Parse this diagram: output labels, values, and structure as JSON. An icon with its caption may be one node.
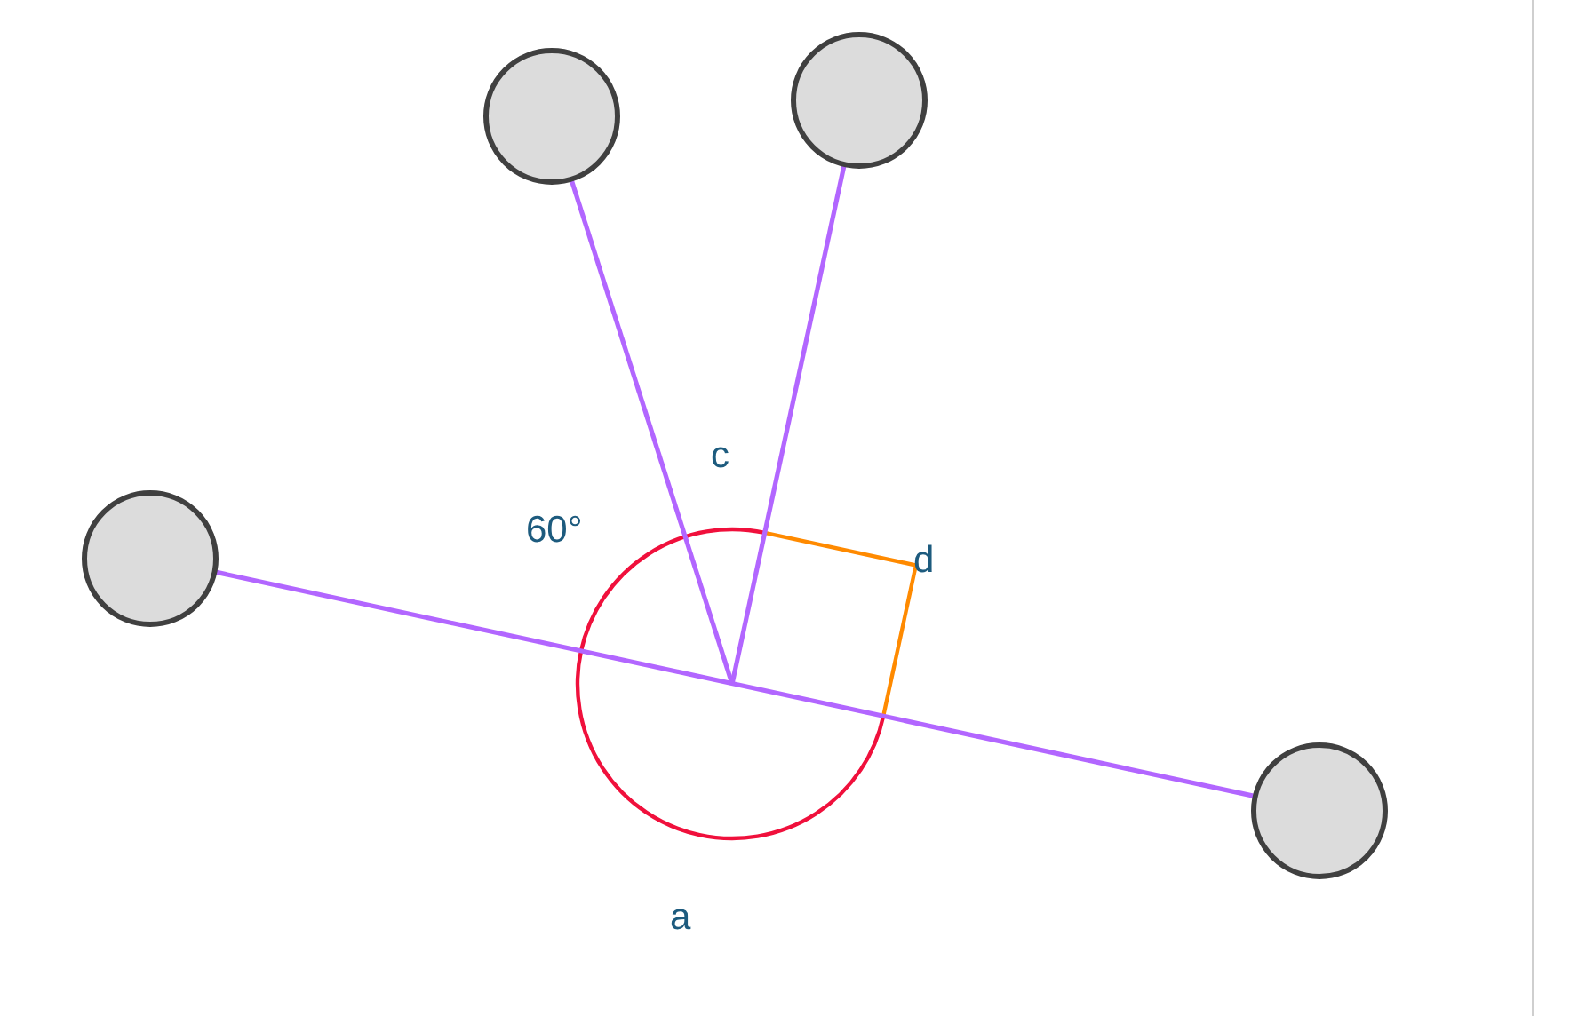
{
  "diagram": {
    "nodes": [
      {
        "text": [],
        "shape": "circle"
      },
      {
        "text": [],
        "shape": "circle"
      },
      {
        "text": [],
        "shape": "circle"
      },
      {
        "text": [],
        "shape": "circle"
      }
    ],
    "edges": [
      {
        "from": 2,
        "to": 3,
        "arrow": "none"
      },
      {
        "from": null,
        "to": 0,
        "arrow": "none"
      },
      {
        "from": null,
        "to": 1,
        "arrow": "none"
      }
    ],
    "labels": [
      "c",
      "60°",
      "d",
      "a"
    ]
  }
}
